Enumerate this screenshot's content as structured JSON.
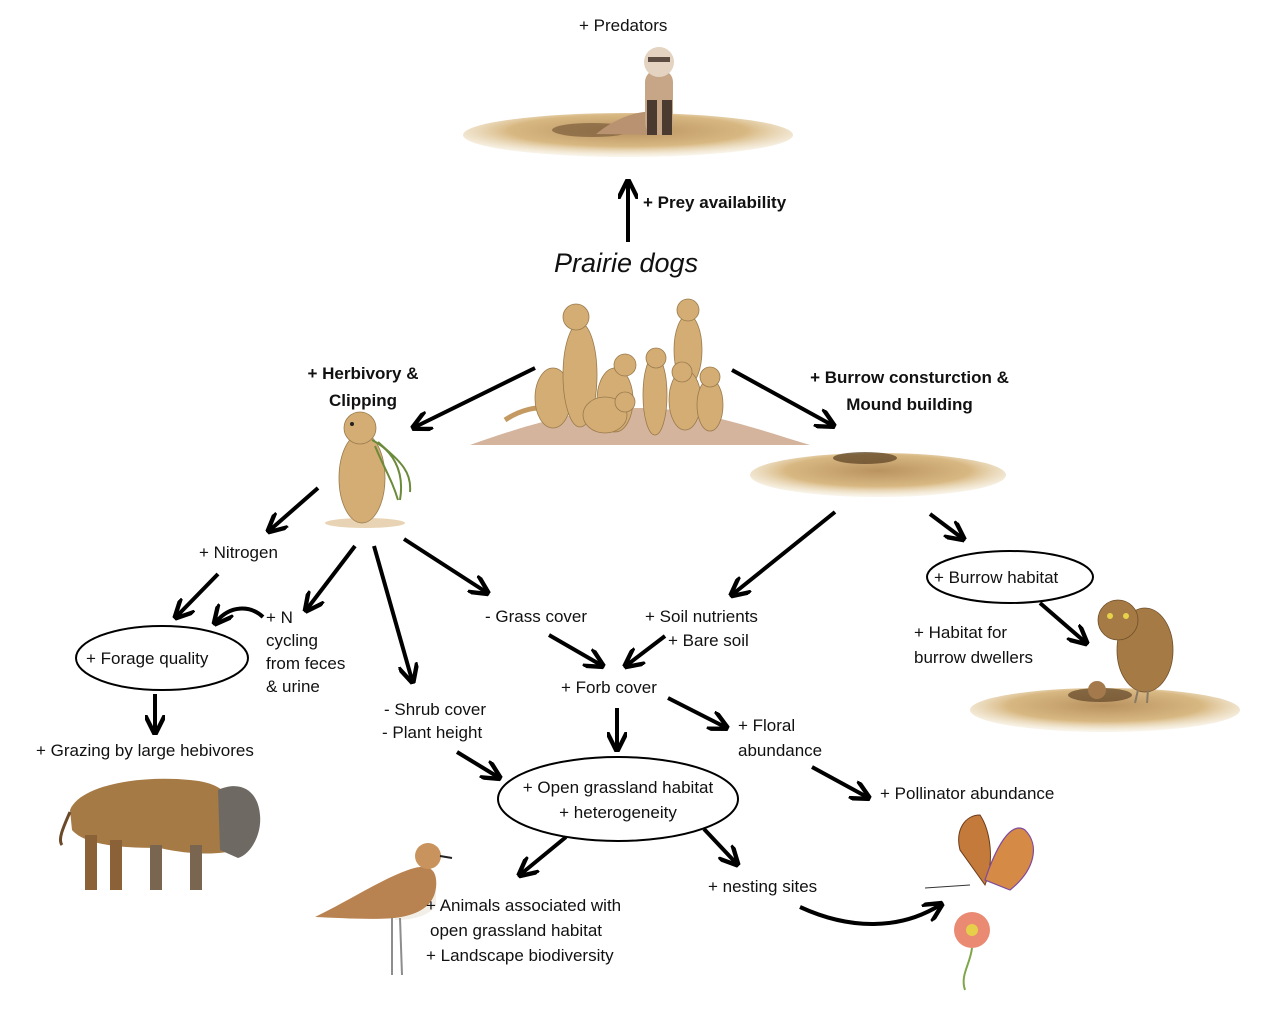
{
  "title": "Prairie dogs",
  "nodes": {
    "predators": "+ Predators",
    "prey_availability": "+ Prey availability",
    "herbivory_line1": "+ Herbivory &",
    "herbivory_line2": "Clipping",
    "burrow_line1": "+ Burrow consturction &",
    "burrow_line2": "Mound building",
    "nitrogen": "+ Nitrogen",
    "n_cycling_line1": "+ N",
    "n_cycling_line2": "cycling",
    "n_cycling_line3": "from feces",
    "n_cycling_line4": "& urine",
    "forage_quality": "+ Forage quality",
    "grazing": "+ Grazing by large hebivores",
    "grass_cover": "- Grass cover",
    "soil_nutrients": "+ Soil nutrients",
    "bare_soil": "+ Bare soil",
    "forb_cover": "+ Forb cover",
    "shrub_cover": "- Shrub cover",
    "plant_height": "- Plant height",
    "floral_line1": "+ Floral",
    "floral_line2": "abundance",
    "burrow_habitat": "+ Burrow habitat",
    "habitat_dwellers_line1": "+ Habitat for",
    "habitat_dwellers_line2": "burrow dwellers",
    "open_grassland_line1": "+ Open grassland habitat",
    "open_grassland_line2": "+ heterogeneity",
    "pollinator": "+ Pollinator abundance",
    "nesting_sites": "+ nesting sites",
    "animals_line1": "+ Animals associated with",
    "animals_line2": "open grassland habitat",
    "landscape": "+ Landscape biodiversity"
  },
  "illustrations": [
    "ferret-on-mound",
    "prairie-dog-colony",
    "prairie-dog-eating",
    "empty-mound",
    "burrowing-owls-on-mound",
    "bison",
    "mountain-plover",
    "butterfly-on-flower"
  ],
  "colors": {
    "text": "#111111",
    "arrow": "#000000",
    "soil": "#d7b57e",
    "soil_dark": "#a88350",
    "fur": "#d3ad74",
    "bison": "#a67a45",
    "bison_mane": "#6e6a63"
  }
}
